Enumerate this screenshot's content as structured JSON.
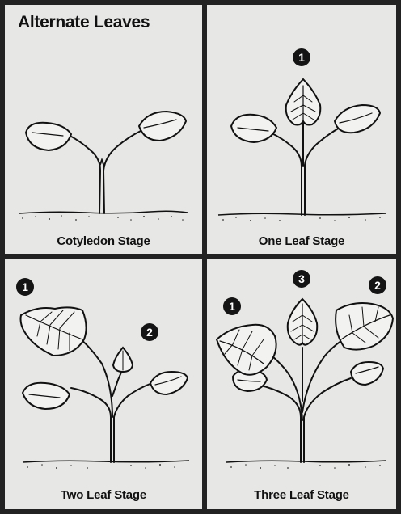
{
  "title": "Alternate Leaves",
  "panels": [
    {
      "caption": "Cotyledon Stage"
    },
    {
      "caption": "One Leaf Stage",
      "badges": [
        "1"
      ]
    },
    {
      "caption": "Two Leaf Stage",
      "badges": [
        "1",
        "2"
      ]
    },
    {
      "caption": "Three Leaf Stage",
      "badges": [
        "1",
        "3",
        "2"
      ]
    }
  ]
}
